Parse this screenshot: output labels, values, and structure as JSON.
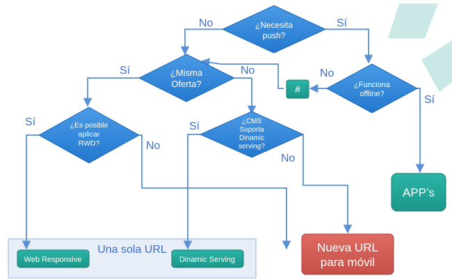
{
  "decisions": {
    "push": [
      "¿Necesita",
      "push?"
    ],
    "oferta": [
      "¿Misma",
      "Oferta?"
    ],
    "offline": [
      "¿Funciona",
      "offline?"
    ],
    "rwd": [
      "¿Es posible",
      "aplicar",
      "RWD?"
    ],
    "cms": [
      "¿CMS",
      "Soporta",
      "Dinamic",
      "serving?"
    ]
  },
  "labels": {
    "push_no": "No",
    "push_si": "Sí",
    "oferta_si": "Sí",
    "oferta_no": "No",
    "offline_no": "No",
    "offline_si": "Sí",
    "rwd_si": "Sí",
    "rwd_no": "No",
    "cms_si": "Sí",
    "cms_no": "No"
  },
  "hash_box": "#",
  "outcomes": {
    "apps": "APP’s",
    "nueva_url": [
      "Nueva URL",
      "para móvil"
    ],
    "web_responsive": "Web Responsive",
    "dinamic_serving": "Dinamic Serving"
  },
  "group_title": "Una sola URL",
  "colors": {
    "diamond": "#2f83d9",
    "diamond_edge": "#1f66b3",
    "connector": "#5a8fd4",
    "teal": "#1fa596",
    "teal_edge": "#127a6e",
    "red": "#d05950",
    "red_edge": "#a8403a",
    "group_fill": "#e8eef8",
    "group_edge": "#a8bcdf",
    "deco": "#c9e8e6"
  }
}
